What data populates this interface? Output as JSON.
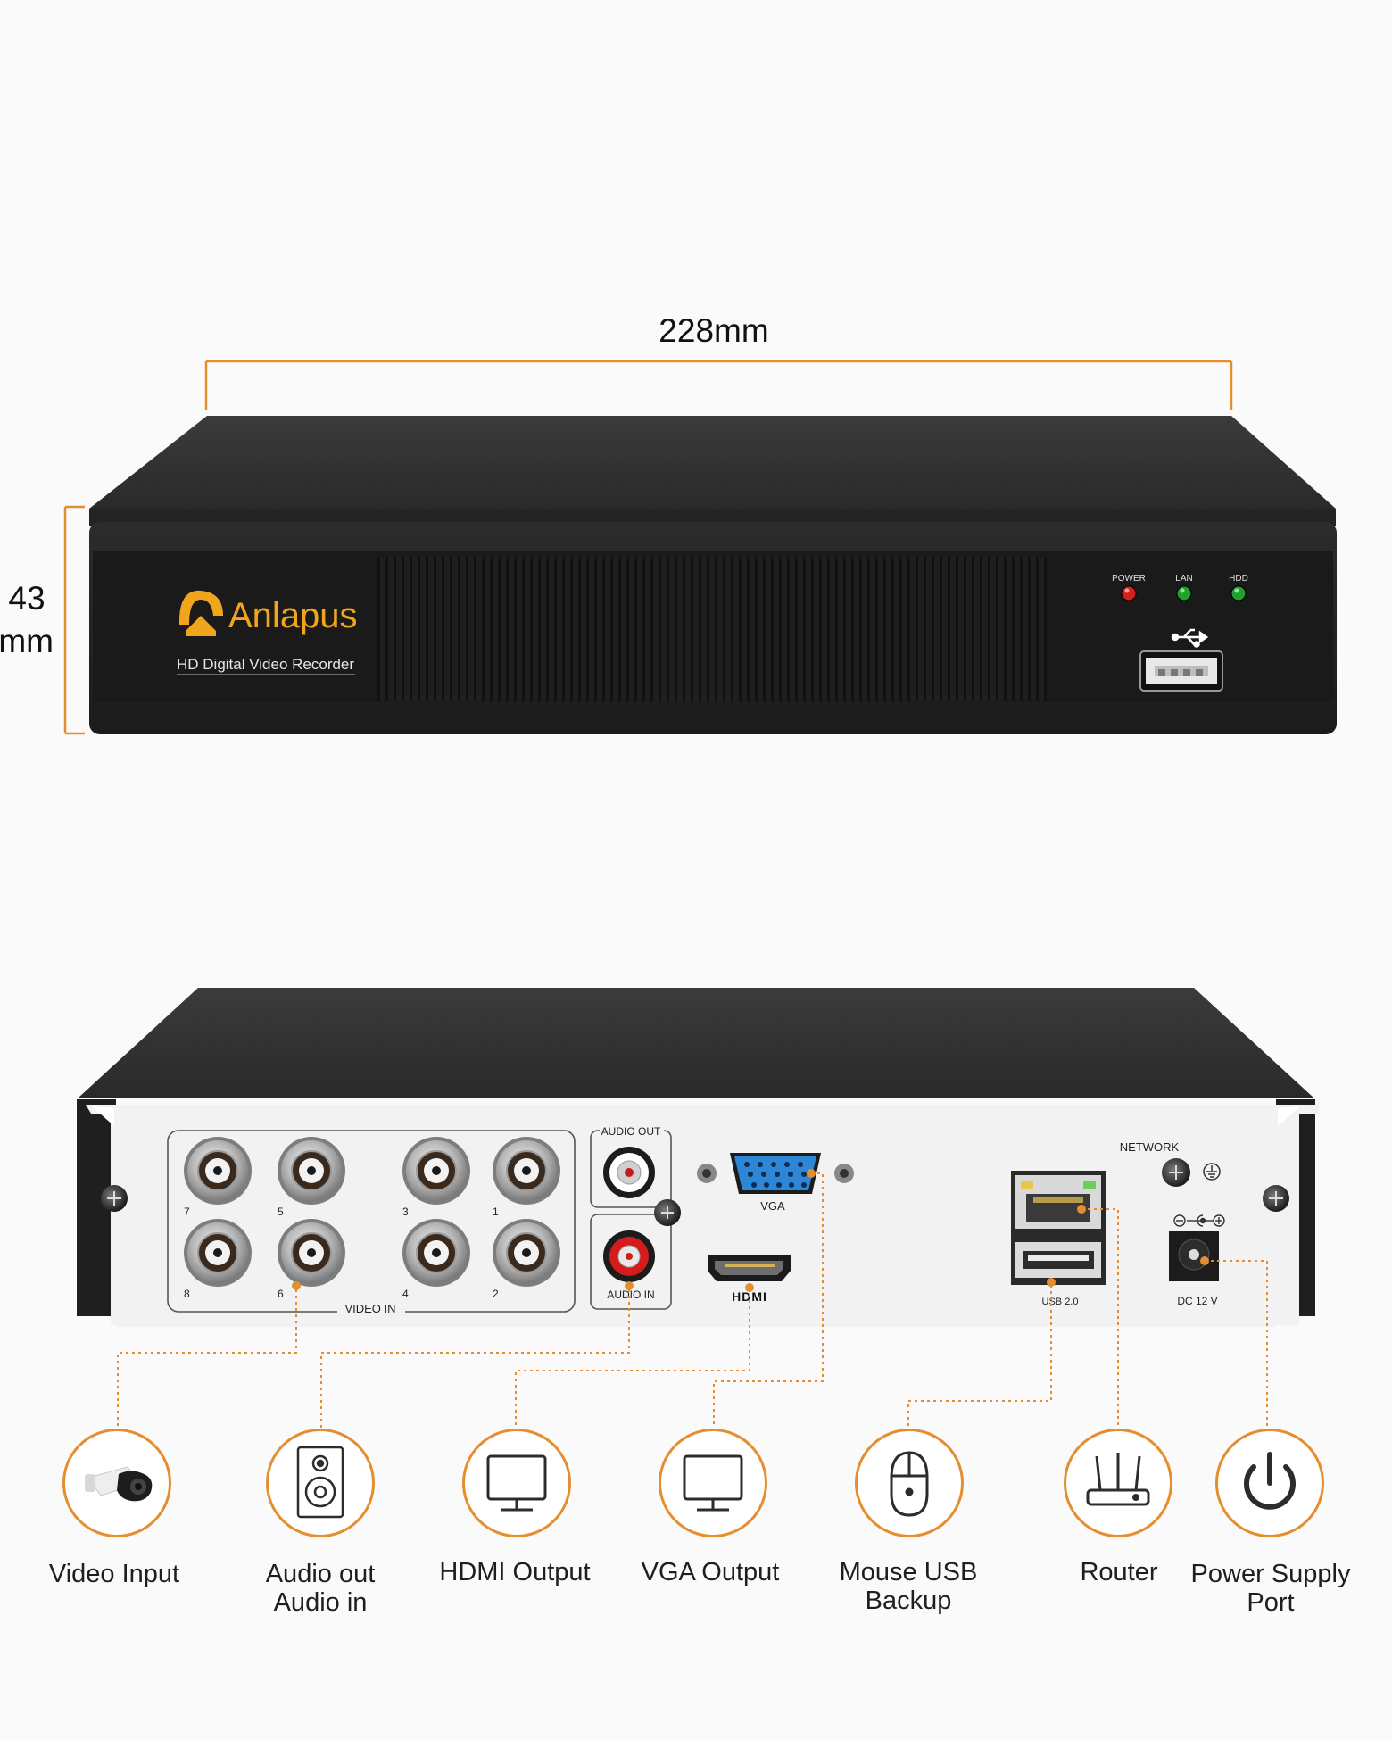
{
  "dimensions": {
    "width_label": "228mm",
    "height_value": "43",
    "height_unit": "mm"
  },
  "front_panel": {
    "brand": "Anlapus",
    "subtitle": "HD Digital Video Recorder",
    "led_labels": [
      "POWER",
      "LAN",
      "HDD"
    ],
    "led_colors": [
      "#d42020",
      "#21a02b",
      "#21a02b"
    ]
  },
  "rear_panel": {
    "video_port_numbers": [
      "7",
      "5",
      "3",
      "1",
      "8",
      "6",
      "4",
      "2"
    ],
    "video_in_label": "VIDEO IN",
    "audio_out_label": "AUDIO OUT",
    "audio_in_label": "AUDIO IN",
    "vga_label": "VGA",
    "hdmi_label": "HDMI",
    "network_label": "NETWORK",
    "usb_label": "USB 2.0",
    "dc_label": "DC 12 V"
  },
  "features": [
    {
      "label_lines": [
        "Video Input"
      ],
      "icon": "camera-icon"
    },
    {
      "label_lines": [
        "Audio out",
        "Audio in"
      ],
      "icon": "speaker-icon"
    },
    {
      "label_lines": [
        "HDMI Output"
      ],
      "icon": "monitor-icon"
    },
    {
      "label_lines": [
        "VGA Output"
      ],
      "icon": "monitor-icon"
    },
    {
      "label_lines": [
        "Mouse USB",
        "Backup"
      ],
      "icon": "mouse-icon"
    },
    {
      "label_lines": [
        "Router"
      ],
      "icon": "router-icon"
    },
    {
      "label_lines": [
        "Power Supply",
        "Port"
      ],
      "icon": "power-icon"
    }
  ],
  "colors": {
    "accent": "#e58e30",
    "device_body": "#2a2a2a",
    "rear_plate": "#f2f2f2",
    "vga_blue": "#2e86d6"
  }
}
